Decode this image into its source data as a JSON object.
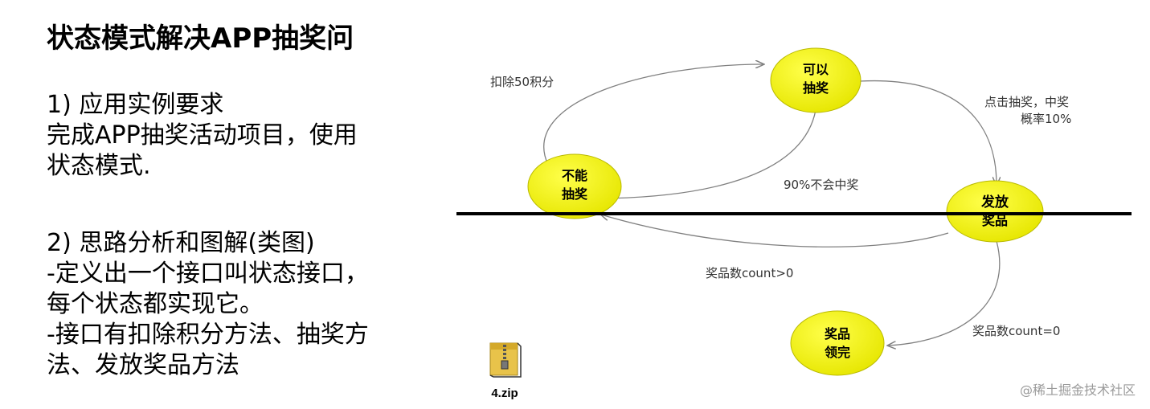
{
  "title": "状态模式解决APP抽奖问",
  "section1": {
    "heading": "1)  应用实例要求",
    "lines": [
      "完成APP抽奖活动项目，使用",
      "状态模式."
    ]
  },
  "section2": {
    "heading": "2)  思路分析和图解(类图)",
    "lines": [
      "-定义出一个接口叫状态接口，",
      "每个状态都实现它。",
      "-接口有扣除积分方法、抽奖方",
      "法、发放奖品方法"
    ]
  },
  "diagram": {
    "states": {
      "can_draw": [
        "可以",
        "抽奖"
      ],
      "cannot_draw": [
        "不能",
        "抽奖"
      ],
      "dispense": [
        "发放",
        "奖品"
      ],
      "finished": [
        "奖品",
        "领完"
      ]
    },
    "transitions": {
      "deduct": "扣除50积分",
      "win_line1": "点击抽奖，中奖",
      "win_line2": "概率10%",
      "lose": "90%不会中奖",
      "count_gt0": "奖品数count>0",
      "count_eq0": "奖品数count=0"
    },
    "colors": {
      "state_fill": "#f2f200",
      "state_stroke": "#b9b900",
      "arrow": "#808080"
    }
  },
  "attachment": {
    "icon": "zip-folder-icon",
    "label": "4.zip"
  },
  "watermark": "@稀土掘金技术社区"
}
